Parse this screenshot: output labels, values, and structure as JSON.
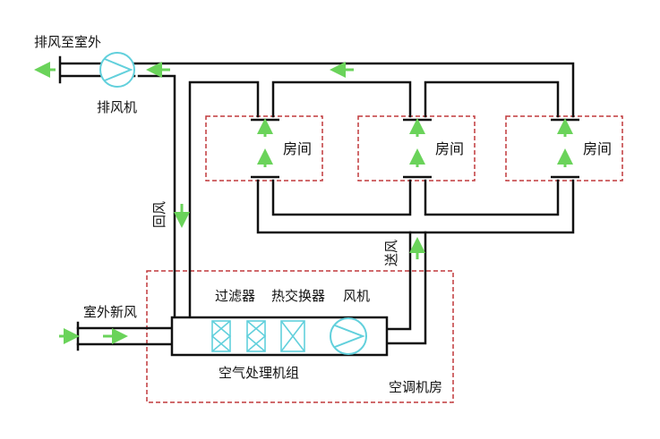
{
  "colors": {
    "duct": "#111111",
    "arrow": "#6ad35a",
    "dashed_border": "#c0393b",
    "component": "#62d0dc"
  },
  "labels": {
    "exhaust_to_outside": "排风至室外",
    "exhaust_fan": "排风机",
    "return_air": "回风",
    "supply_air": "送风",
    "fresh_air": "室外新风",
    "filter": "过滤器",
    "heat_exchanger": "热交换器",
    "fan": "风机",
    "ahu": "空气处理机组",
    "machine_room": "空调机房"
  },
  "rooms": [
    {
      "label": "房间"
    },
    {
      "label": "房间"
    },
    {
      "label": "房间"
    }
  ],
  "icons": {
    "flow_arrow": "arrow-icon",
    "fan": "fan-icon",
    "filter": "filter-icon",
    "heat_exchanger": "heat-exchanger-icon",
    "vent": "vent-icon"
  }
}
